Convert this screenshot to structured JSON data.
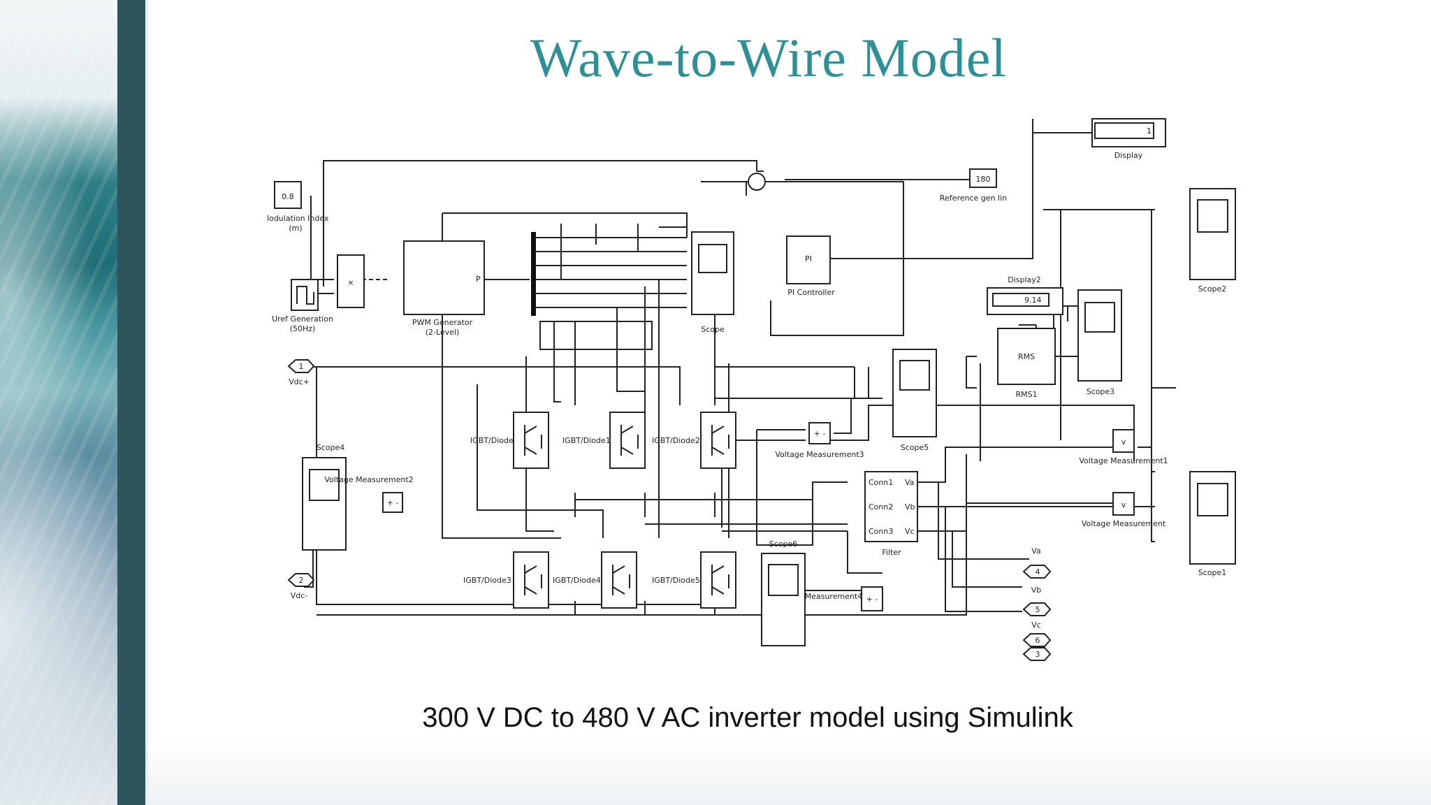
{
  "slide": {
    "title": "Wave-to-Wire Model",
    "caption": "300 V DC to 480 V AC inverter model using Simulink"
  },
  "diagram": {
    "blocks": {
      "modulation_value": "0.8",
      "modulation_label": "Modulation Index",
      "modulation_label2": "(m)",
      "mult_symbol": "×",
      "uref_label": "Uref Generation",
      "uref_label2": "(50Hz)",
      "pwm_port": "P",
      "pwm_label": "PWM Generator",
      "pwm_label2": "(2-Level)",
      "scope_label": "Scope",
      "pi_text": "PI",
      "pi_label": "PI Controller",
      "ref_value": "180",
      "ref_label": "Reference gen lin",
      "display_value": "1",
      "display_label": "Display",
      "display2_label": "Display2",
      "display2_value": "9.14",
      "rms_text": "RMS",
      "rms_label": "RMS1",
      "scope2_label": "Scope2",
      "scope3_label": "Scope3",
      "scope5_label": "Scope5",
      "scope4_label": "Scope4",
      "scope6_label": "Scope6",
      "scope1_label": "Scope1",
      "vdc_plus_num": "1",
      "vdc_plus_label": "Vdc+",
      "vdc_minus_num": "2",
      "vdc_minus_label": "Vdc-",
      "igbt1": "IGBT/Diode",
      "igbt2": "IGBT/Diode1",
      "igbt3": "IGBT/Diode2",
      "igbt4": "IGBT/Diode3",
      "igbt5": "IGBT/Diode4",
      "igbt6": "IGBT/Diode5",
      "vm2_label": "Voltage Measurement2",
      "vm3_label": "Voltage Measurement3",
      "vm1_label": "Voltage Measurement1",
      "vm_label": "Voltage Measurement",
      "meas_label": "Measurement4",
      "filter_label": "Filter",
      "conn1": "Conn1",
      "conn2": "Conn2",
      "conn3": "Conn3",
      "va": "Va",
      "vb": "Vb",
      "vc": "Vc",
      "out4_num": "4",
      "out4_label": "Va",
      "out5_num": "5",
      "out5_label": "Vb",
      "out6_num": "6",
      "out6_label": "Vc",
      "out3_num": "3",
      "v_symbol": "v",
      "plus_minus": "+ -"
    }
  }
}
